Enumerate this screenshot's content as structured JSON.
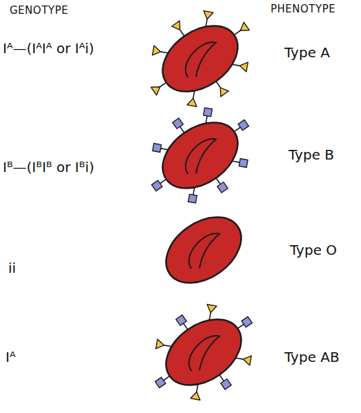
{
  "diagram": {
    "labels": [
      "GENOTYPE",
      "PHENOTYPE",
      "Iᴬ—(IᴬIᴬ or Iᴬi)",
      "Type A",
      "Iᴮ—(IᴮIᴮ or Iᴮi)",
      "Type B",
      "ii",
      "Type O",
      "Iᴬ",
      "Type AB"
    ]
  }
}
